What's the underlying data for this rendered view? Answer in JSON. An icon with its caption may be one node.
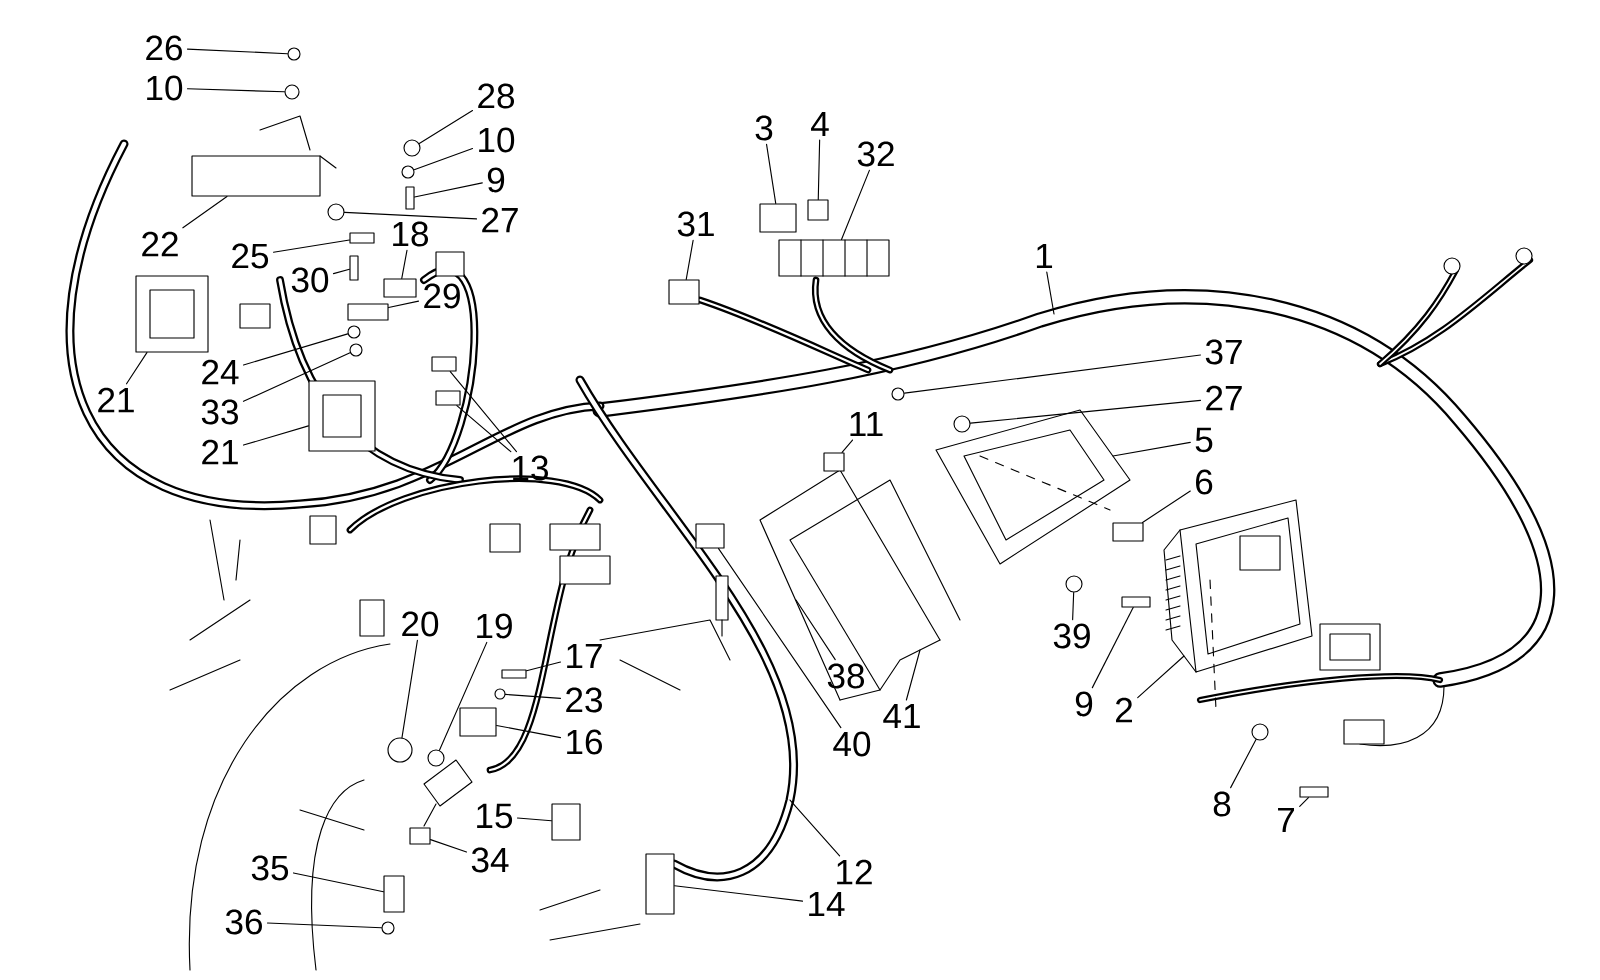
{
  "diagram": {
    "nodes": [
      {
        "text": [
          "26"
        ]
      },
      {
        "text": [
          "10"
        ]
      },
      {
        "text": [
          "28"
        ]
      },
      {
        "text": [
          "10"
        ]
      },
      {
        "text": [
          "9"
        ]
      },
      {
        "text": [
          "27"
        ]
      },
      {
        "text": [
          "22"
        ]
      },
      {
        "text": [
          "18"
        ]
      },
      {
        "text": [
          "25"
        ]
      },
      {
        "text": [
          "30"
        ]
      },
      {
        "text": [
          "29"
        ]
      },
      {
        "text": [
          "24"
        ]
      },
      {
        "text": [
          "21"
        ]
      },
      {
        "text": [
          "33"
        ]
      },
      {
        "text": [
          "21"
        ]
      },
      {
        "text": [
          "13"
        ]
      },
      {
        "text": [
          "3"
        ]
      },
      {
        "text": [
          "4"
        ]
      },
      {
        "text": [
          "32"
        ]
      },
      {
        "text": [
          "31"
        ]
      },
      {
        "text": [
          "1"
        ]
      },
      {
        "text": [
          "37"
        ]
      },
      {
        "text": [
          "27"
        ]
      },
      {
        "text": [
          "5"
        ]
      },
      {
        "text": [
          "11"
        ]
      },
      {
        "text": [
          "6"
        ]
      },
      {
        "text": [
          "39"
        ]
      },
      {
        "text": [
          "9"
        ]
      },
      {
        "text": [
          "2"
        ]
      },
      {
        "text": [
          "8"
        ]
      },
      {
        "text": [
          "7"
        ]
      },
      {
        "text": [
          "38"
        ]
      },
      {
        "text": [
          "41"
        ]
      },
      {
        "text": [
          "40"
        ]
      },
      {
        "text": [
          "12"
        ]
      },
      {
        "text": [
          "14"
        ]
      },
      {
        "text": [
          "15"
        ]
      },
      {
        "text": [
          "34"
        ]
      },
      {
        "text": [
          "35"
        ]
      },
      {
        "text": [
          "36"
        ]
      },
      {
        "text": [
          "20"
        ]
      },
      {
        "text": [
          "19"
        ]
      },
      {
        "text": [
          "17"
        ]
      },
      {
        "text": [
          "23"
        ]
      },
      {
        "text": [
          "16"
        ]
      },
      {
        "text": [],
        "shape": "circle"
      },
      {
        "text": [],
        "shape": "circle"
      },
      {
        "text": [],
        "shape": "circle"
      },
      {
        "text": [],
        "shape": "circle"
      },
      {
        "text": [],
        "shape": "box"
      },
      {
        "text": [],
        "shape": "circle"
      },
      {
        "text": [],
        "shape": "box"
      },
      {
        "text": [],
        "shape": "box"
      },
      {
        "text": [],
        "shape": "box"
      },
      {
        "text": [],
        "shape": "box"
      },
      {
        "text": [],
        "shape": "circle"
      },
      {
        "text": [],
        "shape": "box"
      },
      {
        "text": [],
        "shape": "circle"
      },
      {
        "text": [],
        "shape": "box"
      },
      {
        "text": [],
        "shape": "box"
      },
      {
        "text": [],
        "shape": "box"
      },
      {
        "text": [],
        "shape": "box"
      },
      {
        "text": [],
        "shape": "box"
      },
      {
        "text": [],
        "shape": "box"
      },
      {
        "text": [],
        "shape": "box"
      },
      {
        "text": [],
        "shape": "circle"
      },
      {
        "text": [],
        "shape": "circle"
      },
      {
        "text": [],
        "shape": "box"
      },
      {
        "text": [],
        "shape": "box"
      },
      {
        "text": [],
        "shape": "circle"
      },
      {
        "text": [],
        "shape": "box"
      },
      {
        "text": [],
        "shape": "circle"
      },
      {
        "text": [],
        "shape": "box"
      },
      {
        "text": [],
        "shape": "box"
      },
      {
        "text": [],
        "shape": "box"
      },
      {
        "text": [],
        "shape": "box"
      },
      {
        "text": [],
        "shape": "box"
      },
      {
        "text": [],
        "shape": "box"
      },
      {
        "text": [],
        "shape": "circle"
      },
      {
        "text": [],
        "shape": "circle"
      },
      {
        "text": [],
        "shape": "circle"
      },
      {
        "text": [],
        "shape": "box"
      },
      {
        "text": [],
        "shape": "circle"
      },
      {
        "text": [],
        "shape": "box"
      },
      {
        "text": [],
        "shape": "box"
      }
    ],
    "edges": [
      {
        "from": 0,
        "to": 45,
        "arrow": "none"
      },
      {
        "from": 1,
        "to": 46,
        "arrow": "none"
      },
      {
        "from": 2,
        "to": 47,
        "arrow": "none"
      },
      {
        "from": 3,
        "to": 48,
        "arrow": "none"
      },
      {
        "from": 4,
        "to": 49,
        "arrow": "none"
      },
      {
        "from": 5,
        "to": 50,
        "arrow": "none"
      },
      {
        "from": 6,
        "to": 84,
        "arrow": "none"
      },
      {
        "from": 7,
        "to": 51,
        "arrow": "none"
      },
      {
        "from": 8,
        "to": 52,
        "arrow": "none"
      },
      {
        "from": 9,
        "to": 53,
        "arrow": "none"
      },
      {
        "from": 10,
        "to": 54,
        "arrow": "none"
      },
      {
        "from": 11,
        "to": 55,
        "arrow": "none"
      },
      {
        "from": 12,
        "to": 56,
        "arrow": "none"
      },
      {
        "from": 13,
        "to": 57,
        "arrow": "none"
      },
      {
        "from": 14,
        "to": 58,
        "arrow": "none"
      },
      {
        "from": 15,
        "to": 59,
        "arrow": "none"
      },
      {
        "from": 15,
        "to": 60,
        "arrow": "none"
      },
      {
        "from": 16,
        "to": 61,
        "arrow": "none"
      },
      {
        "from": 17,
        "to": 62,
        "arrow": "none"
      },
      {
        "from": 18,
        "to": 63,
        "arrow": "none"
      },
      {
        "from": 19,
        "to": 64,
        "arrow": "none"
      },
      {
        "from": 20,
        "to": null,
        "arrow": "none"
      },
      {
        "from": 21,
        "to": 65,
        "arrow": "none"
      },
      {
        "from": 22,
        "to": 66,
        "arrow": "none"
      },
      {
        "from": 23,
        "to": null,
        "arrow": "none"
      },
      {
        "from": 24,
        "to": 67,
        "arrow": "none"
      },
      {
        "from": 25,
        "to": 68,
        "arrow": "none"
      },
      {
        "from": 26,
        "to": 69,
        "arrow": "none"
      },
      {
        "from": 27,
        "to": 70,
        "arrow": "none"
      },
      {
        "from": 28,
        "to": null,
        "arrow": "none"
      },
      {
        "from": 29,
        "to": 71,
        "arrow": "none"
      },
      {
        "from": 30,
        "to": 72,
        "arrow": "none"
      },
      {
        "from": 31,
        "to": null,
        "arrow": "none"
      },
      {
        "from": 32,
        "to": null,
        "arrow": "none"
      },
      {
        "from": 33,
        "to": 73,
        "arrow": "none"
      },
      {
        "from": 34,
        "to": null,
        "arrow": "none"
      },
      {
        "from": 35,
        "to": 74,
        "arrow": "none"
      },
      {
        "from": 36,
        "to": 75,
        "arrow": "none"
      },
      {
        "from": 37,
        "to": 76,
        "arrow": "none"
      },
      {
        "from": 38,
        "to": 77,
        "arrow": "none"
      },
      {
        "from": 39,
        "to": 78,
        "arrow": "none"
      },
      {
        "from": 40,
        "to": 79,
        "arrow": "none"
      },
      {
        "from": 41,
        "to": 80,
        "arrow": "none"
      },
      {
        "from": 42,
        "to": 81,
        "arrow": "none"
      },
      {
        "from": 43,
        "to": 82,
        "arrow": "none"
      },
      {
        "from": 44,
        "to": 83,
        "arrow": "none"
      }
    ]
  }
}
